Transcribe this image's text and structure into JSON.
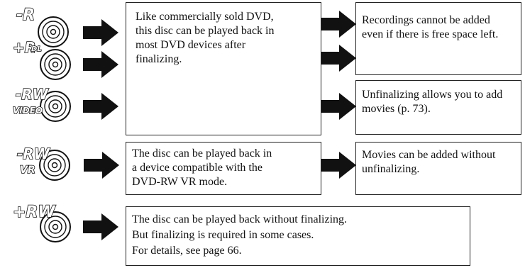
{
  "discs": [
    {
      "label": "-R",
      "name": "dvd-r"
    },
    {
      "label": "+R",
      "sub": "DL",
      "name": "dvd-plus-r-dl"
    },
    {
      "label": "-RW",
      "sub": "VIDEO",
      "name": "dvd-rw-video"
    },
    {
      "label": "-RW",
      "sub": "VR",
      "name": "dvd-rw-vr"
    },
    {
      "label": "+RW",
      "name": "dvd-plus-rw"
    }
  ],
  "boxes": {
    "finalize_playback": [
      "Like commercially sold DVD,",
      "this disc can be played back in",
      "most DVD devices after",
      "finalizing."
    ],
    "no_add": [
      "Recordings cannot be added",
      "even if there is free space left."
    ],
    "unfinalize_add": [
      "Unfinalizing allows you to add",
      "movies (p. 73)."
    ],
    "vr_playback": [
      "The disc can be played back in",
      "a device compatible with the",
      "DVD-RW VR mode."
    ],
    "vr_add": [
      "Movies can be added without",
      "unfinalizing."
    ],
    "plus_rw": [
      "The disc can be played back without finalizing.",
      "But finalizing is required in some cases.",
      "For details, see page 66."
    ]
  },
  "icons": {
    "disc": "disc-icon",
    "arrow": "right-arrow-icon"
  }
}
